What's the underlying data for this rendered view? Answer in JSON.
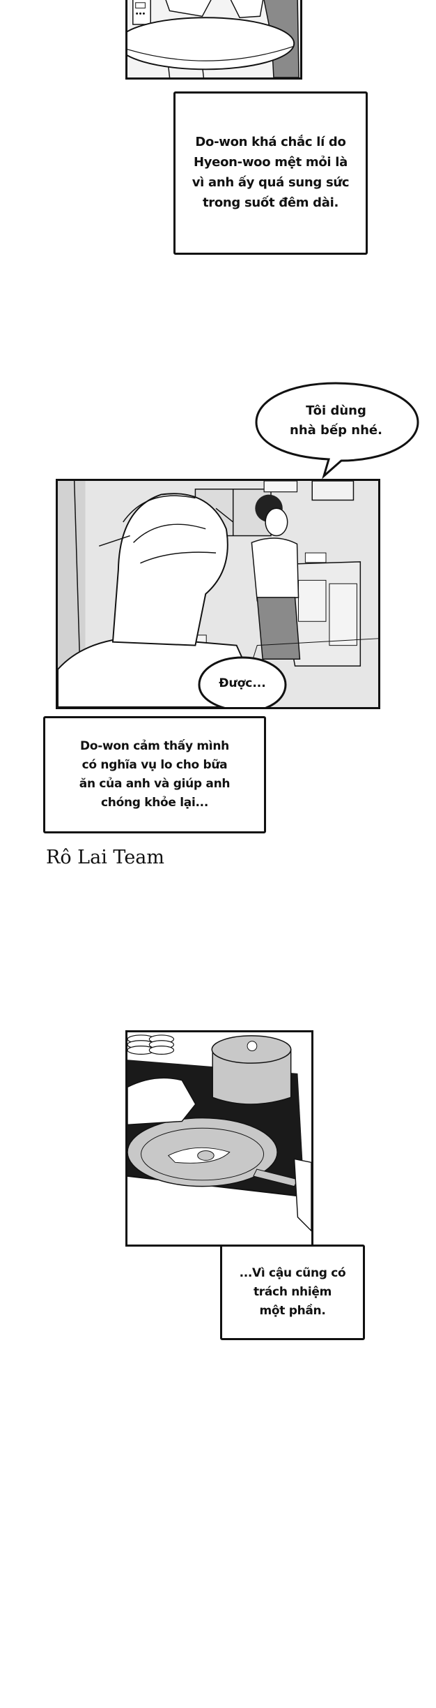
{
  "panels": [
    {
      "id": "panel-1",
      "scene": "table-scene",
      "captions": [
        {
          "text": "Do-won khá chắc lí do\nHyeon-woo mệt mỏi là\nvì anh ấy quá sung sức\ntrong suốt đêm dài."
        }
      ]
    },
    {
      "id": "panel-2",
      "scene": "kitchen-scene",
      "bubbles": [
        {
          "speaker": "kitchen-man",
          "text": "Tôi dùng\nnhà bếp nhé."
        },
        {
          "speaker": "foreground-man",
          "text": "Được..."
        }
      ],
      "captions": [
        {
          "text": "Do-won cảm thấy mình\ncó nghĩa vụ lo cho bữa\năn của anh và giúp anh\nchóng khỏe lại..."
        }
      ]
    },
    {
      "id": "panel-3",
      "scene": "frying-egg-scene",
      "captions": [
        {
          "text": "...Vì cậu cũng có\ntrách nhiệm\nmột phần."
        }
      ]
    }
  ],
  "credit": {
    "text": "Rô Lai Team"
  },
  "colors": {
    "ink": "#111111",
    "paper": "#ffffff",
    "screentone": "#c8c8c8",
    "dark": "#1a1a1a"
  }
}
